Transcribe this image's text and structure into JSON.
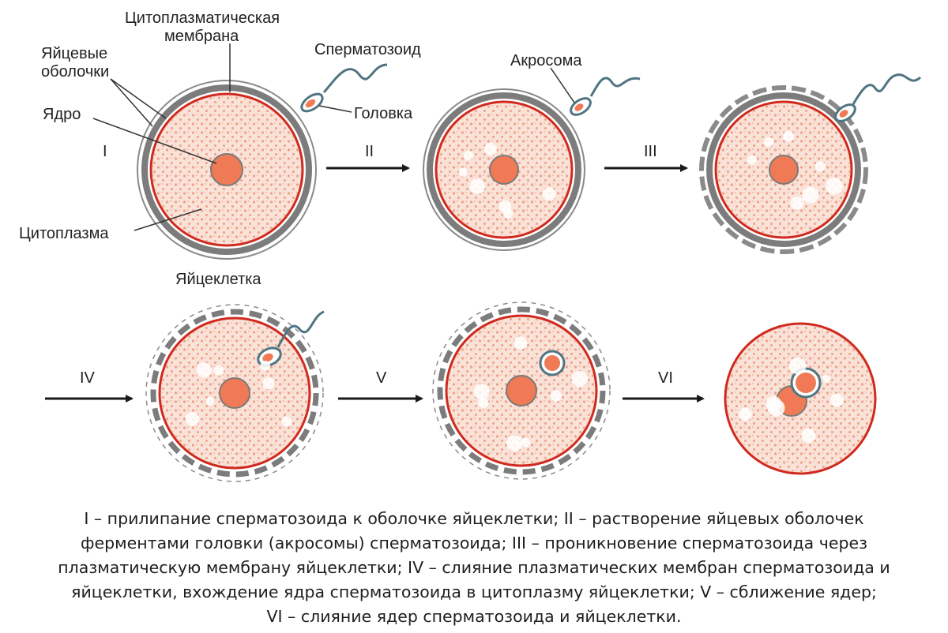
{
  "labels": {
    "membrane": [
      "Цитоплазматическая",
      "мембрана"
    ],
    "envelopes": [
      "Яйцевые",
      "оболочки"
    ],
    "nucleus": "Ядро",
    "cytoplasm": "Цитоплазма",
    "egg": "Яйцеклетка",
    "sperm": "Сперматозоид",
    "head": "Головка",
    "acrosome": "Акросома"
  },
  "stages": [
    "I",
    "II",
    "III",
    "IV",
    "V",
    "VI"
  ],
  "caption": [
    "I – прилипание сперматозоида к оболочке яйцеклетки; II – растворение яйцевых оболочек",
    "ферментами головки (акросомы) сперматозоида; III – проникновение сперматозоида через",
    "плазматическую мембрану яйцеклетки; IV – слияние плазматических мембран сперматозоида и",
    "яйцеклетки, вхождение ядра сперматозоида в цитоплазму яйцеклетки; V – сближение ядер;",
    "VI – слияние ядер сперматозоида и яйцеклетки."
  ],
  "colors": {
    "membrane": "#d02a1e",
    "envelope": "#8a8a8a",
    "cytoplasm": "#f9e2d8",
    "granule": "#f0a086",
    "nucleus": "#f07a56",
    "tail": "#4f7582"
  }
}
